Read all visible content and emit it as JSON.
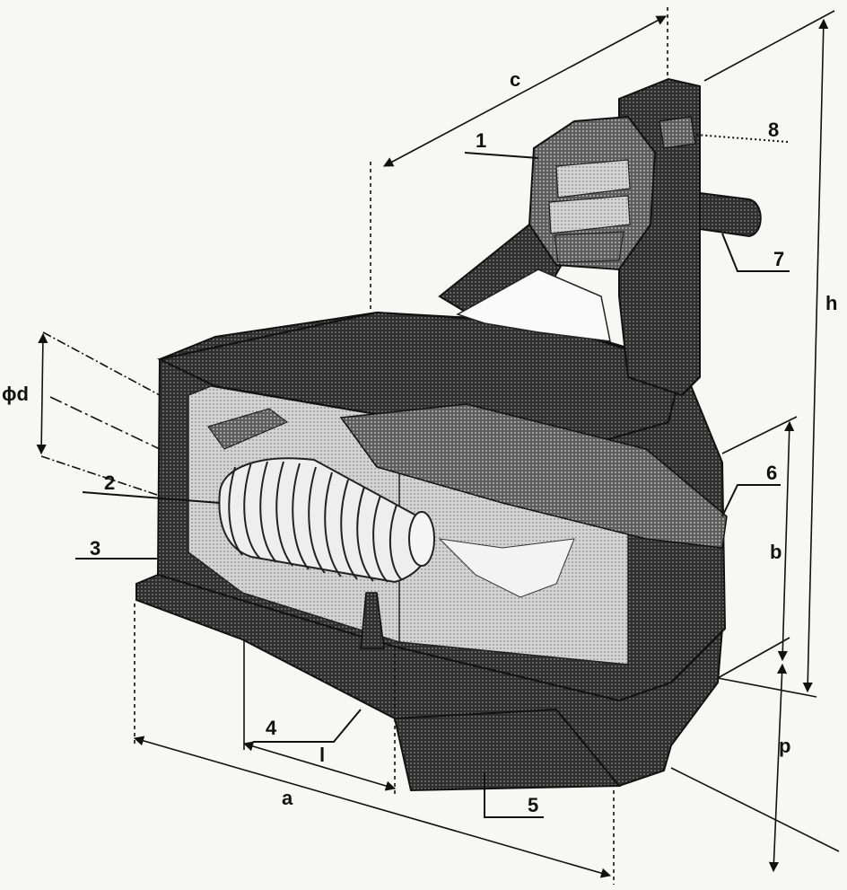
{
  "diagram": {
    "part_labels": {
      "p1": "1",
      "p2": "2",
      "p3": "3",
      "p4": "4",
      "p5": "5",
      "p6": "6",
      "p7": "7",
      "p8": "8"
    },
    "dimension_labels": {
      "a": "a",
      "b": "b",
      "c": "c",
      "h": "h",
      "p": "p",
      "l": "l",
      "d": "ϕd"
    }
  },
  "colors": {
    "body_dark": "#3a3a3a",
    "body_mid": "#6e6e6e",
    "interior_light": "#c9c9c9",
    "line": "#111111",
    "background": "#f7f7f5"
  }
}
